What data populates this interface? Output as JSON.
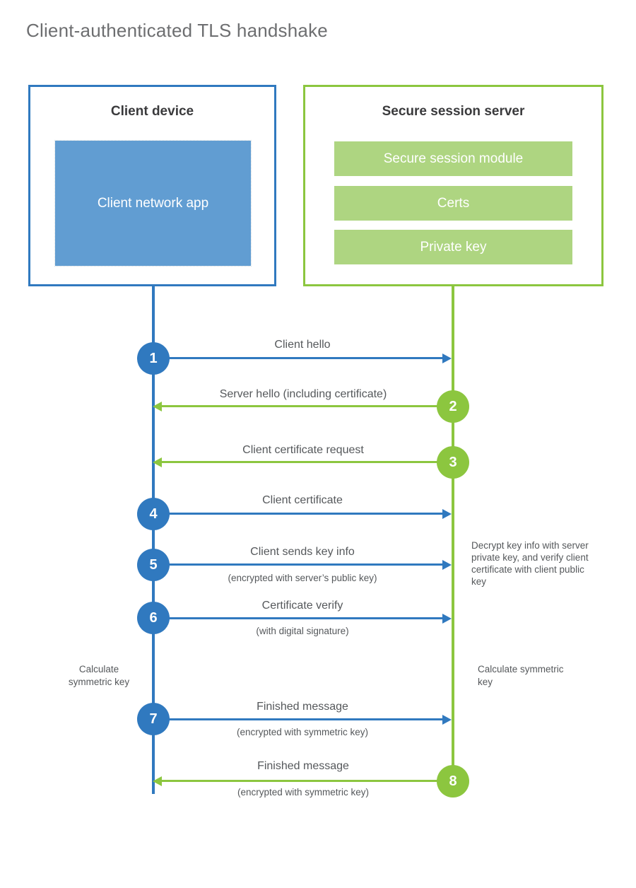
{
  "title": "Client-authenticated TLS handshake",
  "colors": {
    "blue_border": "#3079bf",
    "blue_fill": "#619dd2",
    "green_border": "#8cc63f",
    "green_fill": "#aed581",
    "text": "#55585b",
    "title_text": "#6d6e70",
    "background": "#ffffff"
  },
  "actors": {
    "client": {
      "title": "Client device",
      "app_label": "Client network app"
    },
    "server": {
      "title": "Secure session server",
      "modules": [
        "Secure session module",
        "Certs",
        "Private key"
      ]
    }
  },
  "messages": [
    {
      "number": "1",
      "label": "Client hello",
      "sublabel": "",
      "direction": "client-to-server",
      "color": "blue"
    },
    {
      "number": "2",
      "label": "Server hello (including certificate)",
      "sublabel": "",
      "direction": "server-to-client",
      "color": "green"
    },
    {
      "number": "3",
      "label": "Client certificate request",
      "sublabel": "",
      "direction": "server-to-client",
      "color": "green"
    },
    {
      "number": "4",
      "label": "Client certificate",
      "sublabel": "",
      "direction": "client-to-server",
      "color": "blue"
    },
    {
      "number": "5",
      "label": "Client sends key info",
      "sublabel": "(encrypted with server’s public key)",
      "direction": "client-to-server",
      "color": "blue"
    },
    {
      "number": "6",
      "label": "Certificate verify",
      "sublabel": "(with digital signature)",
      "direction": "client-to-server",
      "color": "blue"
    },
    {
      "number": "7",
      "label": "Finished message",
      "sublabel": "(encrypted with symmetric key)",
      "direction": "client-to-server",
      "color": "blue"
    },
    {
      "number": "8",
      "label": "Finished message",
      "sublabel": "(encrypted with symmetric key)",
      "direction": "server-to-client",
      "color": "green"
    }
  ],
  "notes": {
    "decrypt": "Decrypt key info with server private key, and verify client certificate with client public key",
    "calculate_client": "Calculate symmetric key",
    "calculate_server": "Calculate symmetric key"
  }
}
